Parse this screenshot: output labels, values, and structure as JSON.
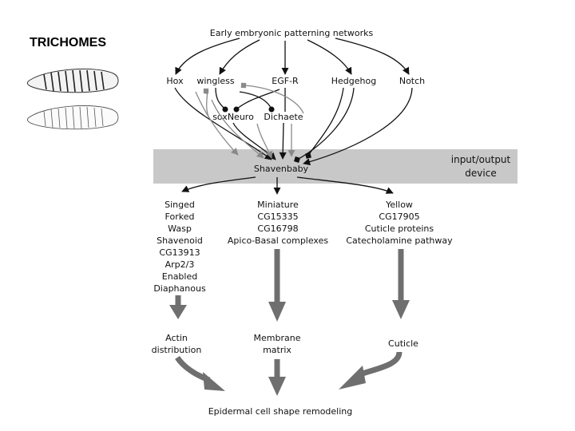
{
  "slide": {
    "title": "TRICHOMES"
  },
  "network": {
    "top": "Early embryonic patterning networks",
    "inputs": [
      "Hox",
      "wingless",
      "EGF-R",
      "Hedgehog",
      "Notch"
    ],
    "intermediates": [
      "soxNeuro",
      "Dichaete"
    ],
    "hub": "Shavenbaby",
    "device": [
      "input/output",
      "device"
    ]
  },
  "targets": {
    "left": [
      "Singed",
      "Forked",
      "Wasp",
      "Shavenoid",
      "CG13913",
      "Arp2/3",
      "Enabled",
      "Diaphanous"
    ],
    "middle": [
      "Miniature",
      "CG15335",
      "CG16798",
      "Apico-Basal complexes"
    ],
    "right": [
      "Yellow",
      "CG17905",
      "Cuticle proteins",
      "Catecholamine pathway"
    ]
  },
  "outcomes": {
    "left": [
      "Actin",
      "distribution"
    ],
    "middle": [
      "Membrane",
      "matrix"
    ],
    "right": [
      "Cuticle"
    ]
  },
  "final": "Epidermal cell shape remodeling",
  "colors": {
    "device_band": "#c8c8c8",
    "regulation_gray": "#8a8a8a",
    "flow_arrow": "#6f6f6f"
  }
}
